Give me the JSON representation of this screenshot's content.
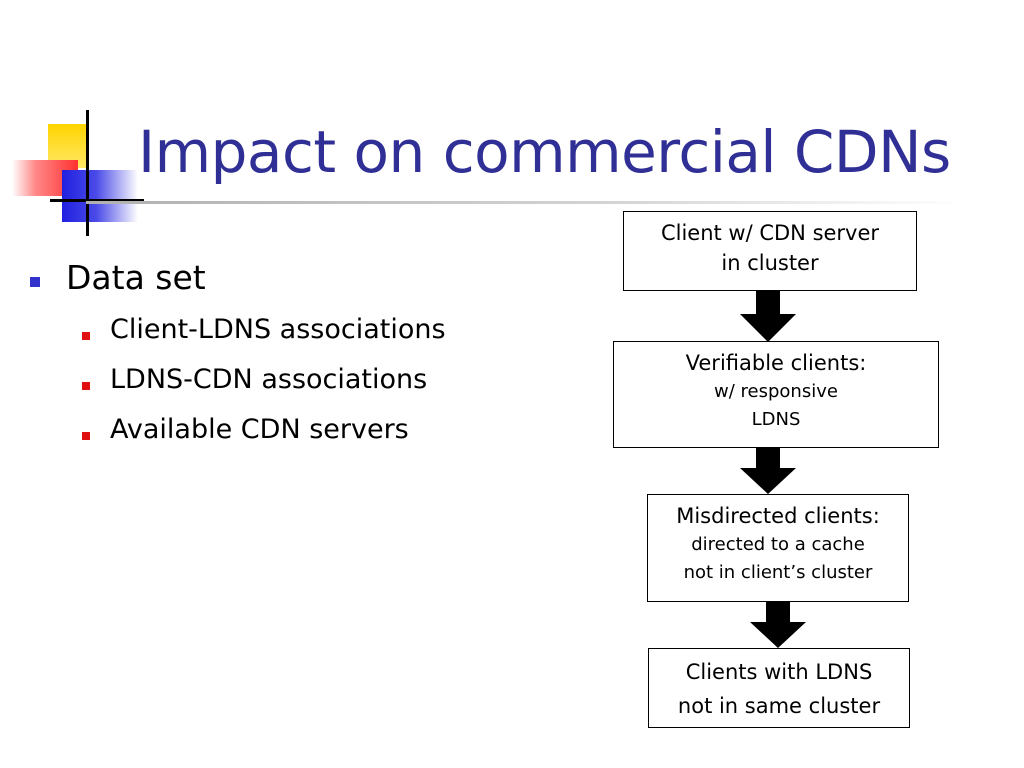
{
  "title": "Impact on commercial CDNs",
  "bullets": {
    "main": "Data set",
    "sub": [
      "Client-LDNS associations",
      "LDNS-CDN associations",
      "Available CDN servers"
    ]
  },
  "flowchart": {
    "box1": {
      "line1": "Client w/ CDN server",
      "line2": "in cluster"
    },
    "box2": {
      "line1": "Verifiable clients:",
      "line2": "w/ responsive",
      "line3": "LDNS"
    },
    "box3": {
      "line1": "Misdirected clients:",
      "line2": "directed to a cache",
      "line3": "not in client’s cluster"
    },
    "box4": {
      "line1": "Clients with LDNS",
      "line2": "not in same cluster"
    }
  },
  "colors": {
    "title": "#2f2f96",
    "bullet_main": "#3333cc",
    "bullet_sub": "#e01010"
  }
}
